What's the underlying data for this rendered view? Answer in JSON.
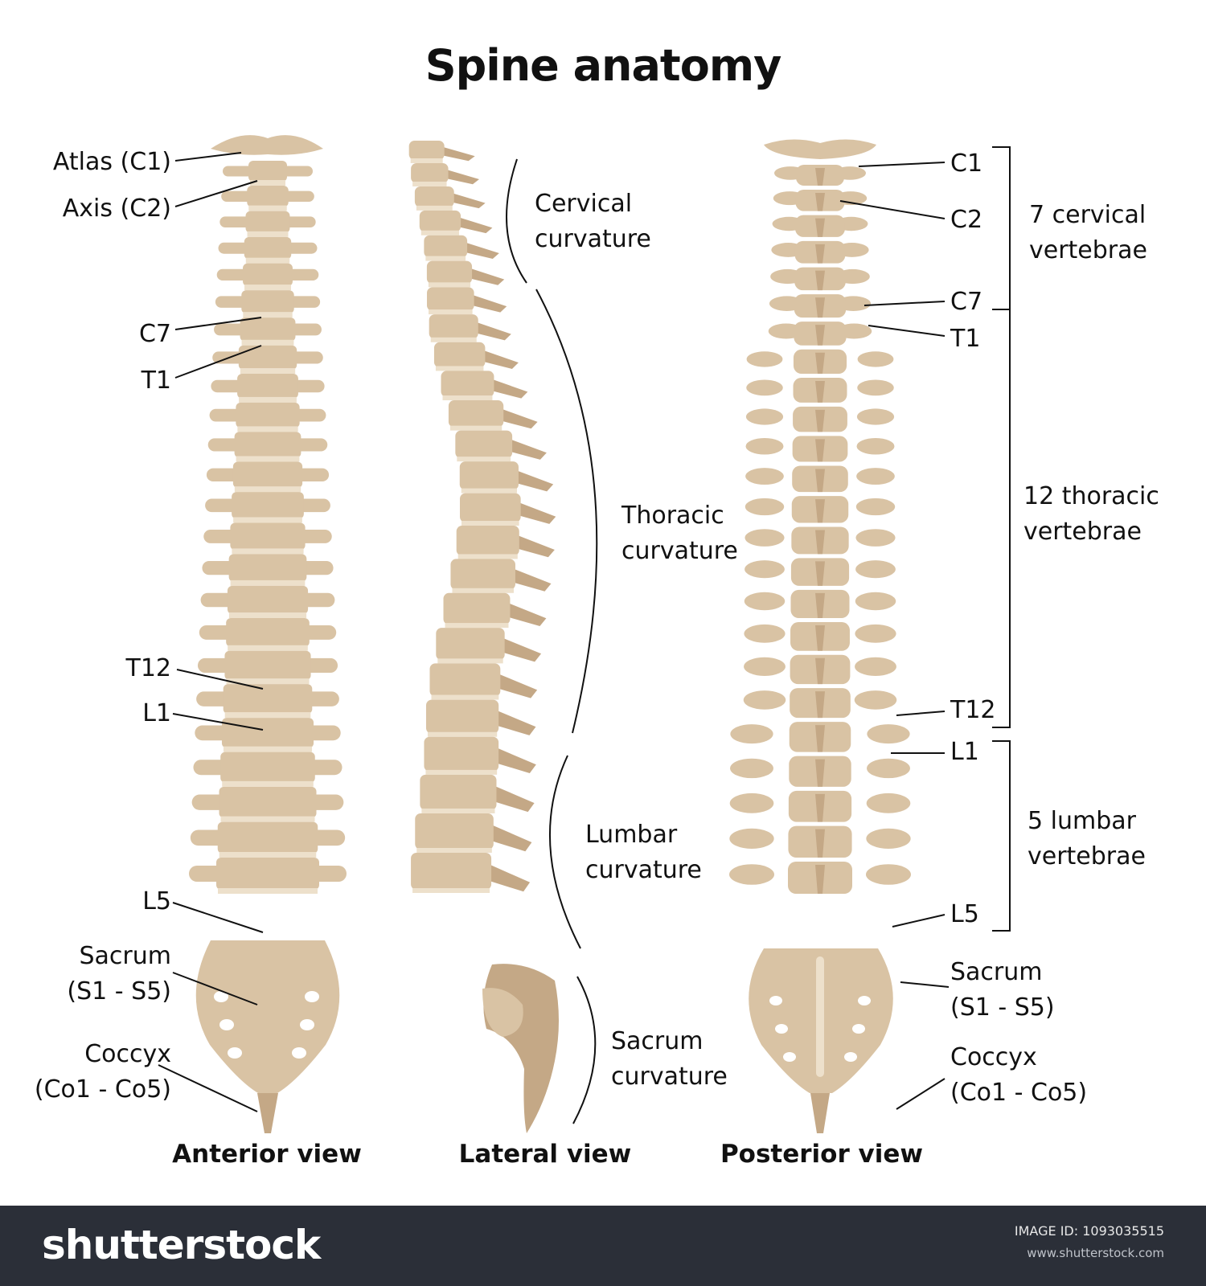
{
  "title": "Spine anatomy",
  "views": {
    "anterior": "Anterior view",
    "lateral": "Lateral view",
    "posterior": "Posterior view"
  },
  "anterior_labels": {
    "atlas": "Atlas (C1)",
    "axis": "Axis (C2)",
    "c7": "C7",
    "t1": "T1",
    "t12": "T12",
    "l1": "L1",
    "l5": "L5",
    "sacrum": "Sacrum\n(S1 - S5)",
    "coccyx": "Coccyx\n(Co1 - Co5)"
  },
  "lateral_labels": {
    "cervical": "Cervical\ncurvature",
    "thoracic": "Thoracic\ncurvature",
    "lumbar": "Lumbar\ncurvature",
    "sacrum": "Sacrum\ncurvature"
  },
  "posterior_labels": {
    "c1": "C1",
    "c2": "C2",
    "c7": "C7",
    "t1": "T1",
    "t12": "T12",
    "l1": "L1",
    "l5": "L5",
    "sacrum": "Sacrum\n(S1 - S5)",
    "coccyx": "Coccyx\n(Co1 - Co5)"
  },
  "groups": {
    "cervical": "7 cervical\nvertebrae",
    "thoracic": "12 thoracic\nvertebrae",
    "lumbar": "5 lumbar\nvertebrae"
  },
  "footer": {
    "brand": "shutterstock",
    "image_id": "IMAGE ID: 1093035515",
    "site": "www.shutterstock.com"
  },
  "colors": {
    "bone": "#d9c3a4",
    "bone_dark": "#c4a886",
    "disc": "#ede0cb",
    "footer_bg": "#2b2f38"
  }
}
